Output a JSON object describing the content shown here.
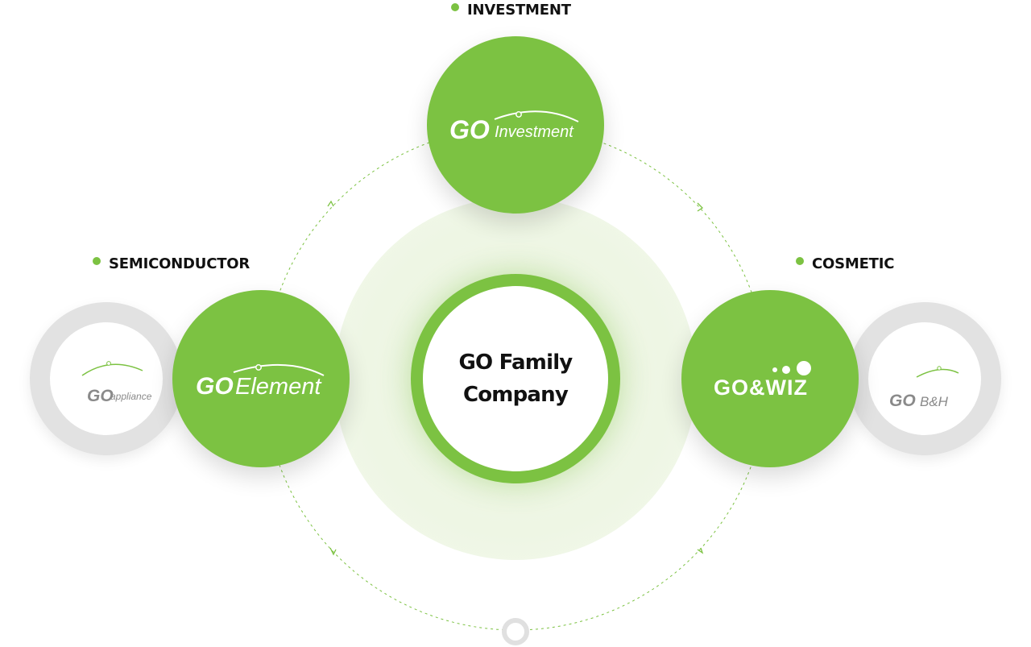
{
  "categories": {
    "investment": "INVESTMENT",
    "semiconductor": "SEMICONDUCTOR",
    "cosmetic": "COSMETIC"
  },
  "center": {
    "line1": "GO Family",
    "line2": "Company"
  },
  "logos": {
    "investment": {
      "mark": "GO",
      "name": "Investment"
    },
    "element": {
      "mark": "GO",
      "name": "Element"
    },
    "gowiz": {
      "mark": "GO&WIZ"
    },
    "appliance": {
      "mark": "GO",
      "name": "appliance"
    },
    "bh": {
      "mark": "GO",
      "name": "B&H"
    }
  },
  "colors": {
    "accent": "#7cc242",
    "gray": "#e2e2e2",
    "gray_logo": "#8a8a8a"
  }
}
